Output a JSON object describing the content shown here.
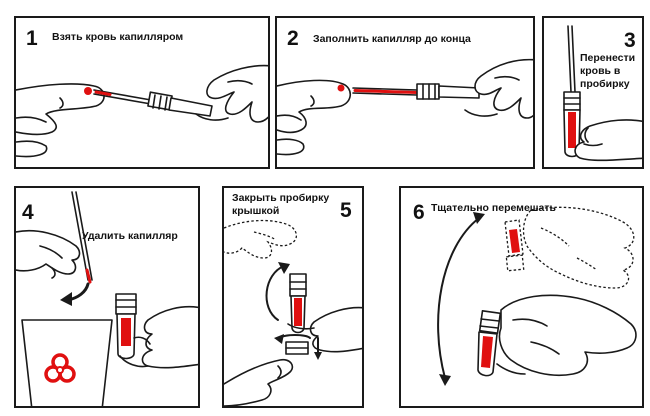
{
  "steps": [
    {
      "number": "1",
      "caption": "Взять кровь капилляром"
    },
    {
      "number": "2",
      "caption": "Заполнить капилляр до конца"
    },
    {
      "number": "3",
      "caption_lines": [
        "Перенести",
        "кровь в",
        "пробирку"
      ]
    },
    {
      "number": "4",
      "caption": "Удалить капилляр"
    },
    {
      "number": "5",
      "caption_lines": [
        "Закрыть пробирку",
        "крышкой"
      ]
    },
    {
      "number": "6",
      "caption": "Тщательно перемешать"
    }
  ],
  "colors": {
    "blood": "#e01010",
    "ink": "#1a1a1a"
  },
  "icons": [
    "finger-icon",
    "hand-icon",
    "capillary-tube-icon",
    "biohazard-icon",
    "arrow-icon"
  ]
}
